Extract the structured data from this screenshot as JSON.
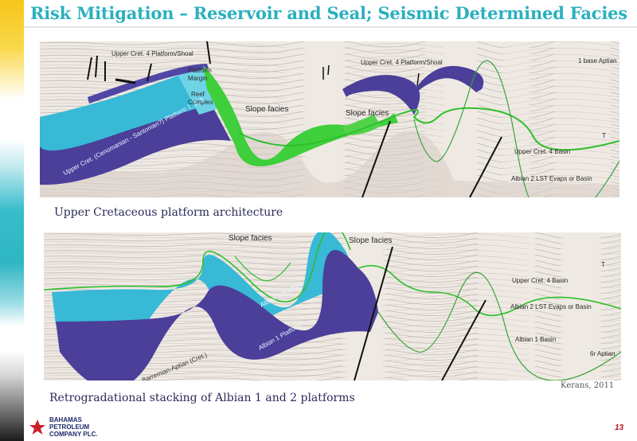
{
  "slide": {
    "title": "Risk Mitigation – Reservoir and Seal; Seismic Determined Facies",
    "page_number": "13",
    "credit": "Kerans, 2011"
  },
  "top_panel": {
    "caption": "Upper Cretaceous platform architecture",
    "labels": {
      "platform_shoal_left": "Upper Cret. 4 Platform/Shoal",
      "platform_shoal_right": "Upper Cret. 4 Platform/Shoal",
      "platform_margin": "Platform",
      "platform_margin_2": "Margin",
      "reef_complex": "Reef",
      "reef_complex_2": "Complex",
      "slope_facies_1": "Slope facies",
      "slope_facies_2": "Slope facies",
      "platform_123": "Upper Cret. (Cenomanian - Santonian?) Platform 1, 2, 3",
      "uc4_basin": "Upper Cret. 4 Basin",
      "albian2_lst": "Albian 2 LST Evaps or Basin",
      "base_aptian": "1 base Aptian",
      "marker_t": "T"
    }
  },
  "bottom_panel": {
    "caption": "Retrogradational stacking of Albian 1 and 2 platforms",
    "labels": {
      "slope_facies_1": "Slope facies",
      "slope_facies_2": "Slope facies",
      "albian2_platform": "Albian 2 Platform",
      "albian1_platform": "Albian 1 Platform",
      "barremian_aptian": "Barremian-Aptian (Cret.)",
      "uc4_basin": "Upper Cret. 4 Basin",
      "albian2_lst": "Albian 2 LST Evaps or Basin",
      "albian1_basin": "Albian 1 Basin",
      "aptian": "6r Aptian",
      "marker_t": "T"
    }
  },
  "company": {
    "line1": "BAHAMAS",
    "line2": "PETROLEUM",
    "line3": "COMPANY PLC."
  },
  "colors": {
    "title": "#2ab0be",
    "platform_purple": "#4b3f9a",
    "platform_cyan": "#38b9d6",
    "slope_green": "#3fcf3c",
    "logo_red": "#c8202a"
  }
}
